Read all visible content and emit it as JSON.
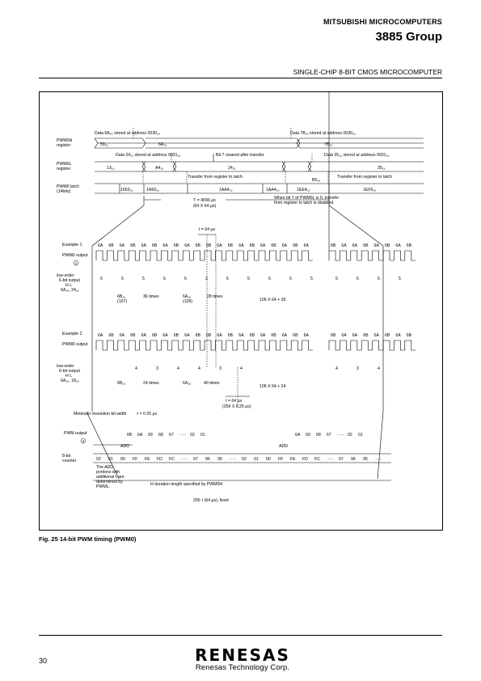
{
  "header": {
    "maker": "MITSUBISHI MICROCOMPUTERS",
    "group": "3885 Group",
    "subtitle": "SINGLE-CHIP 8-BIT CMOS MICROCOMPUTER"
  },
  "timing": {
    "h_store_1": "Data 6A₁₆ stored at address 0030₁₆",
    "h_store_2": "Data 7B₁₆ stored at address 0030₁₆",
    "l_store_1": "Data 24₁₆ stored at address 0031₁₆",
    "l_store_2": "Data 35₁₆ stored at address 0031₁₆",
    "bit7_note": "Bit 7 cleared after transfer",
    "transfer_1": "Transfer from register to latch",
    "transfer_2": "Transfer from register to latch",
    "bit7_disabled_1": "When bit 7 of PWM0L is 0, transfer",
    "bit7_disabled_2": "from register to latch is disabled.",
    "period_1": "T = 4096 μs",
    "period_2": "(64 X 64 μs)",
    "signals": {
      "pwmh_1": "PWM0H",
      "pwmh_2": "register",
      "pwml_1": "PWM0L",
      "pwml_2": "register",
      "latch_1": "PWM0 latch",
      "latch_2": "(14bits)"
    },
    "pwmh_values": [
      "59₁₆",
      "6A₁₆",
      "7B₁₆"
    ],
    "pwml_values": [
      "13₁₆",
      "A4₁₆",
      "24₁₆",
      "B5₁₆",
      "35₁₆"
    ],
    "latch_values": [
      "1653₁₆",
      "1A93₁₆",
      "1AA4₁₆",
      "1AA4₁₆",
      "1EE4₁₆",
      "1EF5₁₆"
    ]
  },
  "example1": {
    "label": "Example 1",
    "output_label": "PWM0 output",
    "circle": "1",
    "t_label": "t = 64 μs",
    "pulse_labels_1": [
      "6A",
      "6B",
      "6A",
      "6B",
      "6A",
      "6B",
      "6A",
      "6B",
      "6A",
      "6B",
      "6B",
      "6A",
      "6B",
      "6A",
      "6B",
      "6A",
      "6B",
      "6A",
      "6B",
      "6A"
    ],
    "pulse_labels_2": [
      "6B",
      "6A",
      "6A",
      "6B",
      "6A",
      "6B",
      "6A",
      "6B"
    ],
    "low_label_1": "low-order",
    "low_label_2": "6-bit output",
    "low_hl": "H        L",
    "low_vals": "6A₁₆, 24₁₆",
    "low_values_1": [
      "5",
      "5",
      "5",
      "5",
      "5",
      "2",
      "5",
      "5",
      "5",
      "5",
      "5"
    ],
    "low_values_2": [
      "5",
      "5",
      "5",
      "5"
    ],
    "count_a_1": "6B₁₆",
    "count_a_2": "(107)",
    "count_a_times": "36 times",
    "count_b_1": "6A₁₆",
    "count_b_2": "(106)",
    "count_b_times": "28 times",
    "formula": "106 X 64 + 36"
  },
  "example2": {
    "label": "Example 2",
    "output_label": "PWM0 output",
    "pulse_labels_1": [
      "6A",
      "6B",
      "6A",
      "6B",
      "6A",
      "6B",
      "6A",
      "6B",
      "6A",
      "6B",
      "6B",
      "6A",
      "6B",
      "6A",
      "6B",
      "6A",
      "6B",
      "6A",
      "6B",
      "6A"
    ],
    "pulse_labels_2": [
      "6B",
      "6A",
      "6A",
      "6B",
      "6A",
      "6B",
      "6A",
      "6B"
    ],
    "low_label_1": "low-order",
    "low_label_2": "6-bit output",
    "low_hl": "H        L",
    "low_vals": "6A₁₆, 18₁₆",
    "low_values_1": [
      "4",
      "3",
      "4",
      "4",
      "3",
      "4"
    ],
    "low_values_2": [
      "4",
      "3",
      "4"
    ],
    "count_a": "6B₁₆",
    "count_a_times": "24 times",
    "count_b": "6A₁₆",
    "count_b_times": "40 times",
    "formula": "106 X 64 + 24"
  },
  "detail": {
    "t_label_1": "t = 64 μs",
    "t_label_2": "(256 X 0.25 μs)",
    "min_res": "Minimum resolution bit width",
    "tau": "τ = 0.25 μs",
    "output_label": "PWM output",
    "circle": "2",
    "add_1": "ADD",
    "add_2": "ADD",
    "pwm_cells_1": [
      "6B",
      "6A",
      "69",
      "68",
      "67",
      "·····",
      "02",
      "01"
    ],
    "pwm_cells_2": [
      "6A",
      "69",
      "68",
      "67",
      "·····",
      "02",
      "01"
    ],
    "counter_label_1": "8-bit",
    "counter_label_2": "counter",
    "counter_cells": [
      "02",
      "01",
      "00",
      "FF",
      "FE",
      "FD",
      "FC",
      "·····",
      "97",
      "96",
      "95",
      "·····",
      "02",
      "01",
      "00",
      "FF",
      "FE",
      "FD",
      "FC",
      "·····",
      "97",
      "96",
      "95",
      "·····"
    ],
    "add_note": [
      "The ADD",
      "portions with",
      "additional τ are",
      "determined by",
      "PWML."
    ],
    "h_duration": "H duration length specified by PWM0H",
    "fixed": "256 τ (64 μs), fixed"
  },
  "caption": "Fig. 25  14-bit PWM timing (PWM0)",
  "footer": {
    "page": "30",
    "logo": "RENESAS",
    "corp": "Renesas Technology Corp."
  }
}
